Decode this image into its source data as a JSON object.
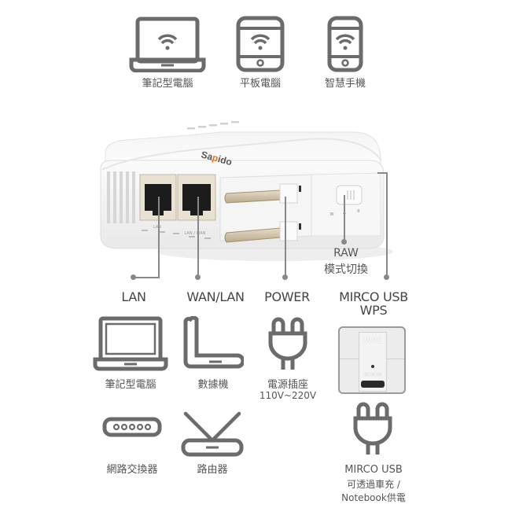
{
  "top_devices": [
    {
      "icon": "laptop-wifi-icon",
      "label": "筆記型電腦"
    },
    {
      "icon": "tablet-wifi-icon",
      "label": "平板電腦"
    },
    {
      "icon": "phone-wifi-icon",
      "label": "智慧手機"
    }
  ],
  "router": {
    "brand_logo": "Sapido",
    "port_labels": [
      "LAN",
      "LAN / WAN"
    ],
    "switch_positions": [
      "W",
      "A",
      "R"
    ]
  },
  "callouts": {
    "lan": "LAN",
    "wan_lan": "WAN/LAN",
    "power": "POWER",
    "mirco_usb": "MIRCO USB",
    "wps": "WPS",
    "raw_title": "RAW",
    "raw_subtitle": "模式切換"
  },
  "bottom_devices": {
    "laptop": "筆記型電腦",
    "modem": "數據機",
    "power_plug_title": "電源插座",
    "power_plug_voltage": "110V~220V",
    "switch": "網路交換器",
    "router": "路由器",
    "wps_panel_text": "WPS",
    "wps_panel_dc": "DC IN 5V",
    "usb_title": "MIRCO USB",
    "usb_line1": "可透過車充 /",
    "usb_line2": "Notebook供電"
  },
  "colors": {
    "icon_gray": "#6b6b6b",
    "line_gray": "#888888",
    "logo_orange": "#e8741e"
  }
}
